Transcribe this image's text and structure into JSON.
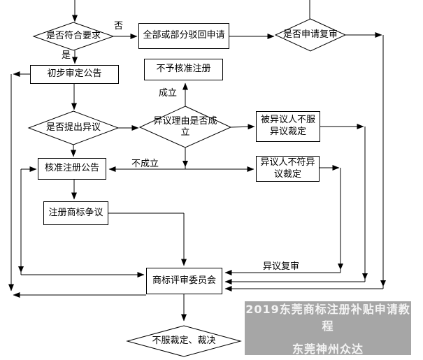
{
  "diagram": {
    "nodes": {
      "meet_requirements": "是否符合要求",
      "reject_application": "全部或部分驳回申请",
      "apply_review": "是否申请复审",
      "not_approve_registration": "不予核准注册",
      "preliminary_announcement": "初步审定公告",
      "objection_raised": "是否提出异议",
      "objection_grounds_valid": "异议理由是否成立",
      "opposed_party_refuses_ruling": "被异议人不服异议裁定",
      "opponent_refuses_ruling": "异议人不符异议裁定",
      "approve_registration_announcement": "核准注册公告",
      "registered_trademark_dispute": "注册商标争议",
      "trademark_review_committee": "商标评审委员会",
      "refuse_ruling_adjudication": "不服裁定、裁决"
    },
    "edge_labels": {
      "no": "否",
      "yes": "是",
      "valid": "成立",
      "invalid": "不成立",
      "objection_review": "异议复审"
    },
    "colors": {
      "line": "#000000",
      "watermark_background": "#a6a6a6",
      "watermark_text": "#f4f4f4"
    },
    "watermark": {
      "line1": "2019东莞商标注册补贴申请教程",
      "line2": "东莞神州众达"
    }
  }
}
